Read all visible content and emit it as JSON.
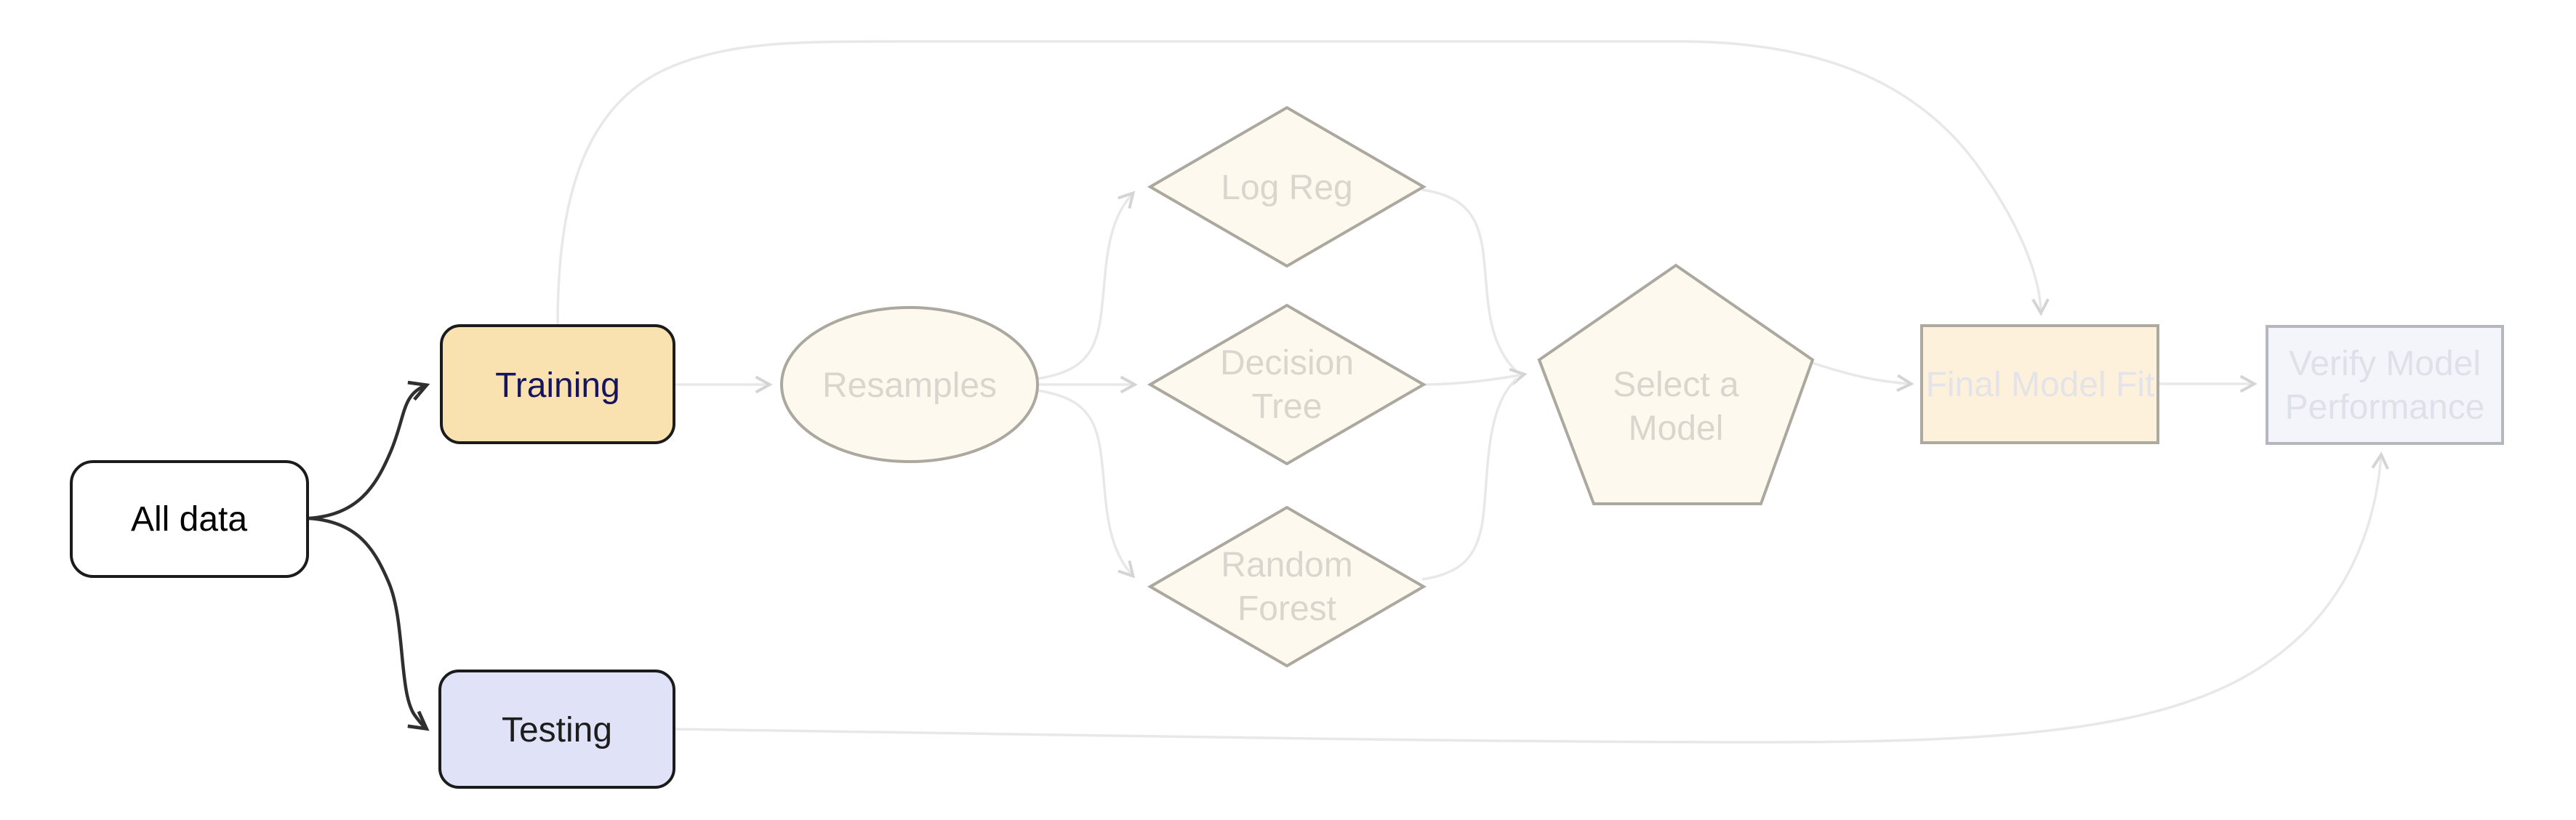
{
  "diagram": {
    "type": "flowchart",
    "nodes": {
      "all_data": {
        "label": "All data",
        "shape": "rounded-rect"
      },
      "training": {
        "label": "Training",
        "shape": "rounded-rect"
      },
      "testing": {
        "label": "Testing",
        "shape": "rounded-rect"
      },
      "resamples": {
        "label": "Resamples",
        "shape": "ellipse"
      },
      "log_reg": {
        "label": "Log Reg",
        "shape": "diamond"
      },
      "decision_tree": {
        "line1": "Decision",
        "line2": "Tree",
        "shape": "diamond"
      },
      "random_forest": {
        "line1": "Random",
        "line2": "Forest",
        "shape": "diamond"
      },
      "select_a_model": {
        "line1": "Select a",
        "line2": "Model",
        "shape": "pentagon"
      },
      "final_model_fit": {
        "label": "Final Model Fit",
        "shape": "rect"
      },
      "verify_model_performance": {
        "line1": "Verify Model",
        "line2": "Performance",
        "shape": "rect"
      }
    },
    "edges": [
      "All data -> Training",
      "All data -> Testing",
      "Training -> Resamples",
      "Resamples -> Log Reg",
      "Resamples -> Decision Tree",
      "Resamples -> Random Forest",
      "Log Reg -> Select a Model",
      "Decision Tree -> Select a Model",
      "Random Forest -> Select a Model",
      "Select a Model -> Final Model Fit",
      "Final Model Fit -> Verify Model Performance",
      "Training -> Final Model Fit",
      "Testing -> Verify Model Performance"
    ],
    "colors": {
      "background": "#ffffff",
      "all_data_fill": "#ffffff",
      "all_data_text": "#000000",
      "training_fill": "#fae2b0",
      "training_text": "#14145f",
      "testing_fill": "#e0e3f8",
      "testing_text": "#1d1d1d",
      "faded_fill": "#fdf9ee",
      "faded_border": "#aca89f",
      "faded_text": "#d9d6cf",
      "final_fit_fill": "#fdf1dc",
      "final_fit_text": "#e4e3e8",
      "verify_fill": "#f4f5fb",
      "verify_border": "#b6b6be",
      "verify_text": "#dee0ea",
      "edge_dark": "#2f2f2f",
      "edge_light": "#e8e8e8",
      "arrow_light": "#d4d4d4"
    }
  }
}
